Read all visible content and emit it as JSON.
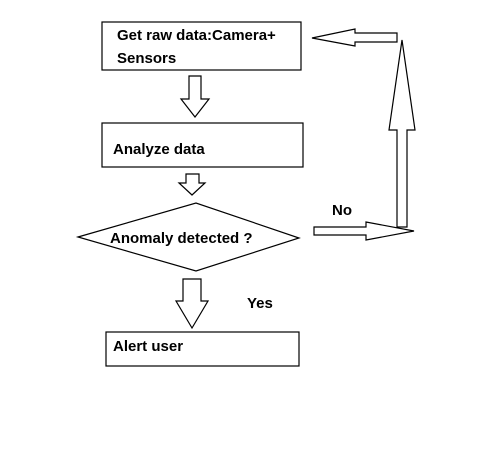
{
  "nodes": {
    "get_raw_data": {
      "line1": "Get raw data:Camera+",
      "line2": "Sensors"
    },
    "analyze_data": {
      "label": "Analyze data"
    },
    "anomaly_decision": {
      "label": "Anomaly detected ?"
    },
    "alert_user": {
      "label": "Alert user"
    }
  },
  "edges": {
    "no_label": "No",
    "yes_label": "Yes"
  },
  "colors": {
    "stroke": "#000000",
    "fill": "#ffffff"
  }
}
